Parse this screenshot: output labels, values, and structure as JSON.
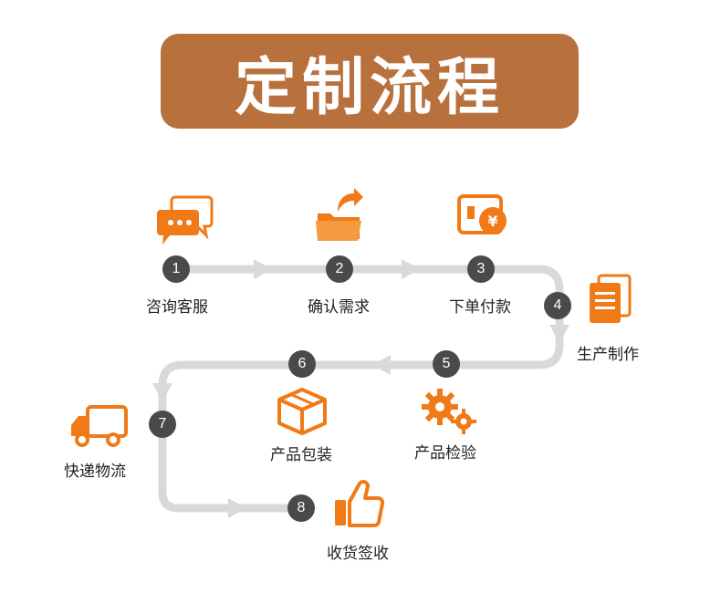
{
  "title": "定制流程",
  "steps": [
    {
      "num": "1",
      "label": "咨询客服",
      "icon": "chat-bubbles-icon"
    },
    {
      "num": "2",
      "label": "确认需求",
      "icon": "folder-share-icon"
    },
    {
      "num": "3",
      "label": "下单付款",
      "icon": "wallet-yen-icon"
    },
    {
      "num": "4",
      "label": "生产制作",
      "icon": "documents-icon"
    },
    {
      "num": "5",
      "label": "产品检验",
      "icon": "gears-icon"
    },
    {
      "num": "6",
      "label": "产品包装",
      "icon": "box-icon"
    },
    {
      "num": "7",
      "label": "快递物流",
      "icon": "truck-icon"
    },
    {
      "num": "8",
      "label": "收货签收",
      "icon": "thumbs-up-icon"
    }
  ],
  "colors": {
    "banner": "#b8703c",
    "accent": "#f07a17",
    "badge": "#4a4a4a",
    "path": "#d9d9d9"
  }
}
